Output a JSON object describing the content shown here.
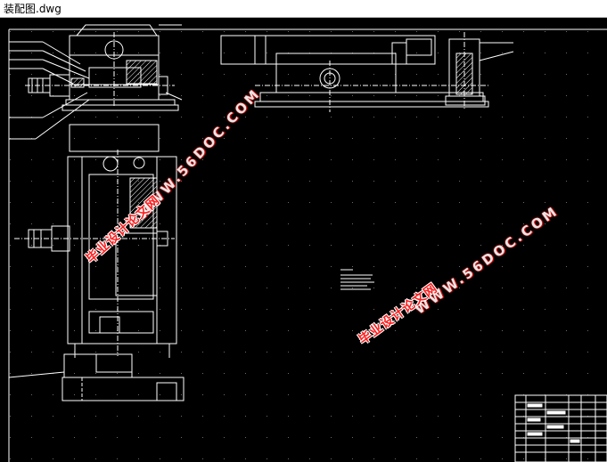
{
  "window": {
    "title": "装配图.dwg"
  },
  "watermarks": [
    {
      "url": "WWW.56DOC.COM",
      "label": "毕业设计论文网"
    },
    {
      "url": "WWW.56DOC.COM",
      "label": "毕业设计论文网"
    }
  ],
  "colors": {
    "background": "#000000",
    "drawing_lines": "#ffffff",
    "watermark_red": "#ff1e1e"
  }
}
